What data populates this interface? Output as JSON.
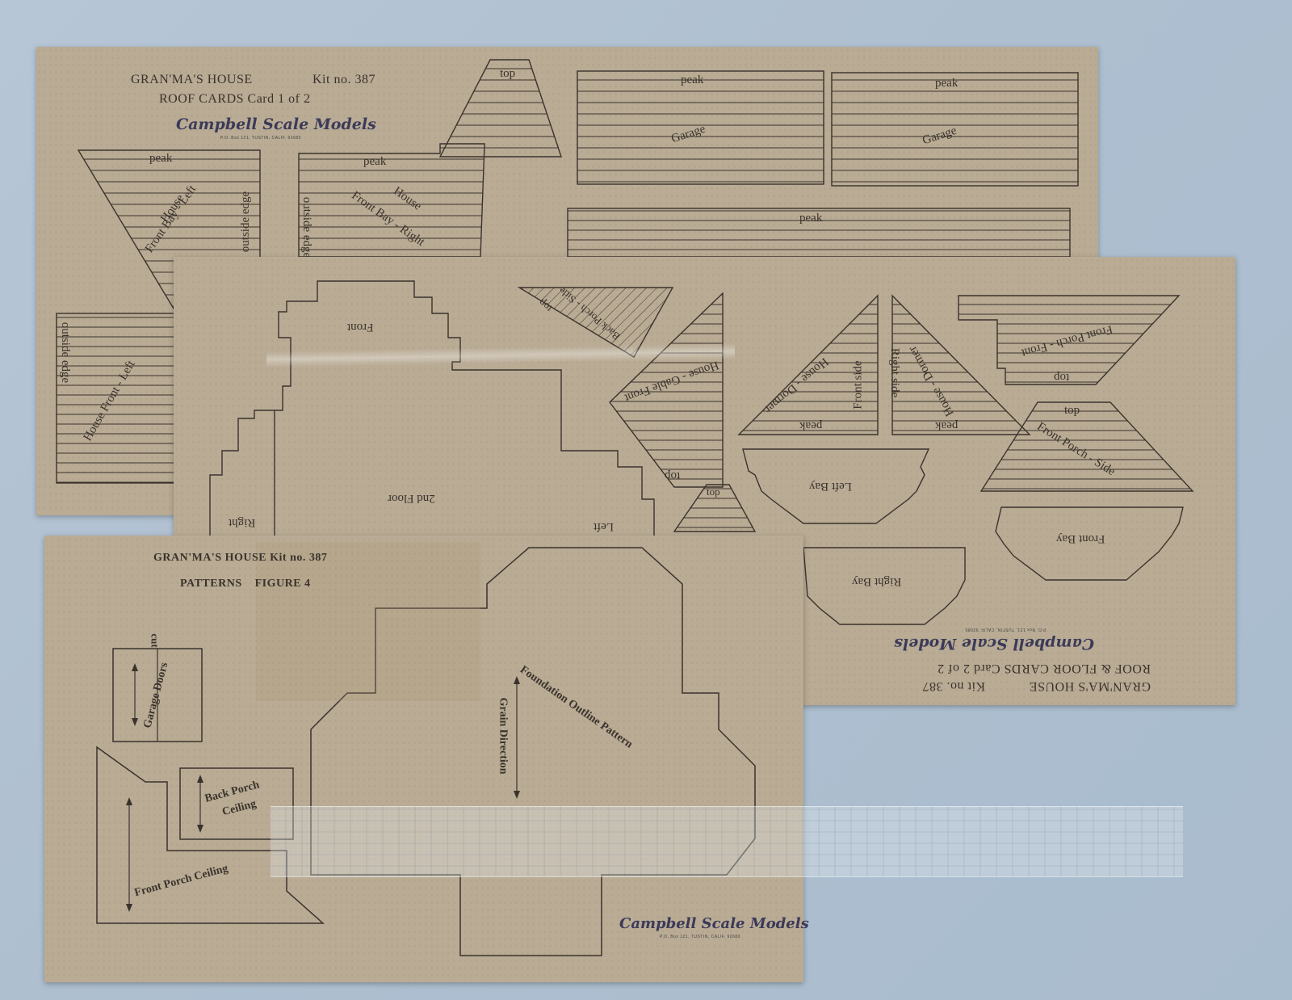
{
  "card1": {
    "title_line1": "GRAN'MA'S HOUSE",
    "kit": "Kit no. 387",
    "title_line2": "ROOF CARDS  Card 1 of 2",
    "brand": "Campbell Scale Models",
    "address": "P.O. Box 121, TUSTIN, CALIF. 92680",
    "labels": {
      "top": "top",
      "peak_left": "peak",
      "house_left": "House",
      "front_bay_left": "Front Bay - Left",
      "outside_edge_left": "outside edge",
      "peak_mid": "peak",
      "house_mid": "House",
      "front_bay_right": "Front Bay - Right",
      "outside_edge_mid": "outside edge",
      "peak_garage1": "peak",
      "garage1": "Garage",
      "peak_garage2": "peak",
      "garage2": "Garage",
      "peak_long": "peak",
      "outside_edge_bottom": "outside edge",
      "house_front": "House Front - Left"
    }
  },
  "card2": {
    "title_line1": "GRAN'MA'S HOUSE",
    "kit": "Kit no. 387",
    "title_line2": "ROOF & FLOOR CARDS Card 2 of 2",
    "brand": "Campbell Scale Models",
    "address": "P.O. Box 121, TUSTIN, CALIF. 92680",
    "labels": {
      "front": "Front",
      "second_floor": "2nd Floor",
      "right": "Right",
      "left": "Left",
      "back_porch_side": "Back Porch - Side",
      "top": "top",
      "house_gable": "House - Gable Front",
      "top2": "top",
      "house_dormer_left": "House - Dormer",
      "peak_left": "peak",
      "front_side": "Front side",
      "house_dormer_right": "House - Dormer",
      "peak_right": "peak",
      "right_side": "Right side",
      "top3": "top",
      "front_porch_front": "Front Porch - Front",
      "top4": "top",
      "front_porch_side": "Front Porch - Side",
      "top5": "top",
      "left_bay": "Left Bay",
      "right_bay": "Right Bay",
      "front_bay": "Front Bay"
    }
  },
  "card3": {
    "title_line1": "GRAN'MA'S HOUSE  Kit no. 387",
    "title_line2": "PATTERNS    FIGURE 4",
    "brand": "Campbell Scale Models",
    "address": "P.O. Box 121, TUSTIN, CALIF. 92680",
    "labels": {
      "garage_doors": "Garage Doors",
      "cut": "cut",
      "back_porch_ceiling_1": "Back Porch",
      "back_porch_ceiling_2": "Ceiling",
      "front_porch_ceiling": "Front Porch Ceiling",
      "foundation": "Foundation Outline Pattern",
      "grain": "Grain Direction"
    }
  },
  "colors": {
    "background": "#aebfd0",
    "card": "#b9ab94",
    "ink": "#3a332c"
  }
}
